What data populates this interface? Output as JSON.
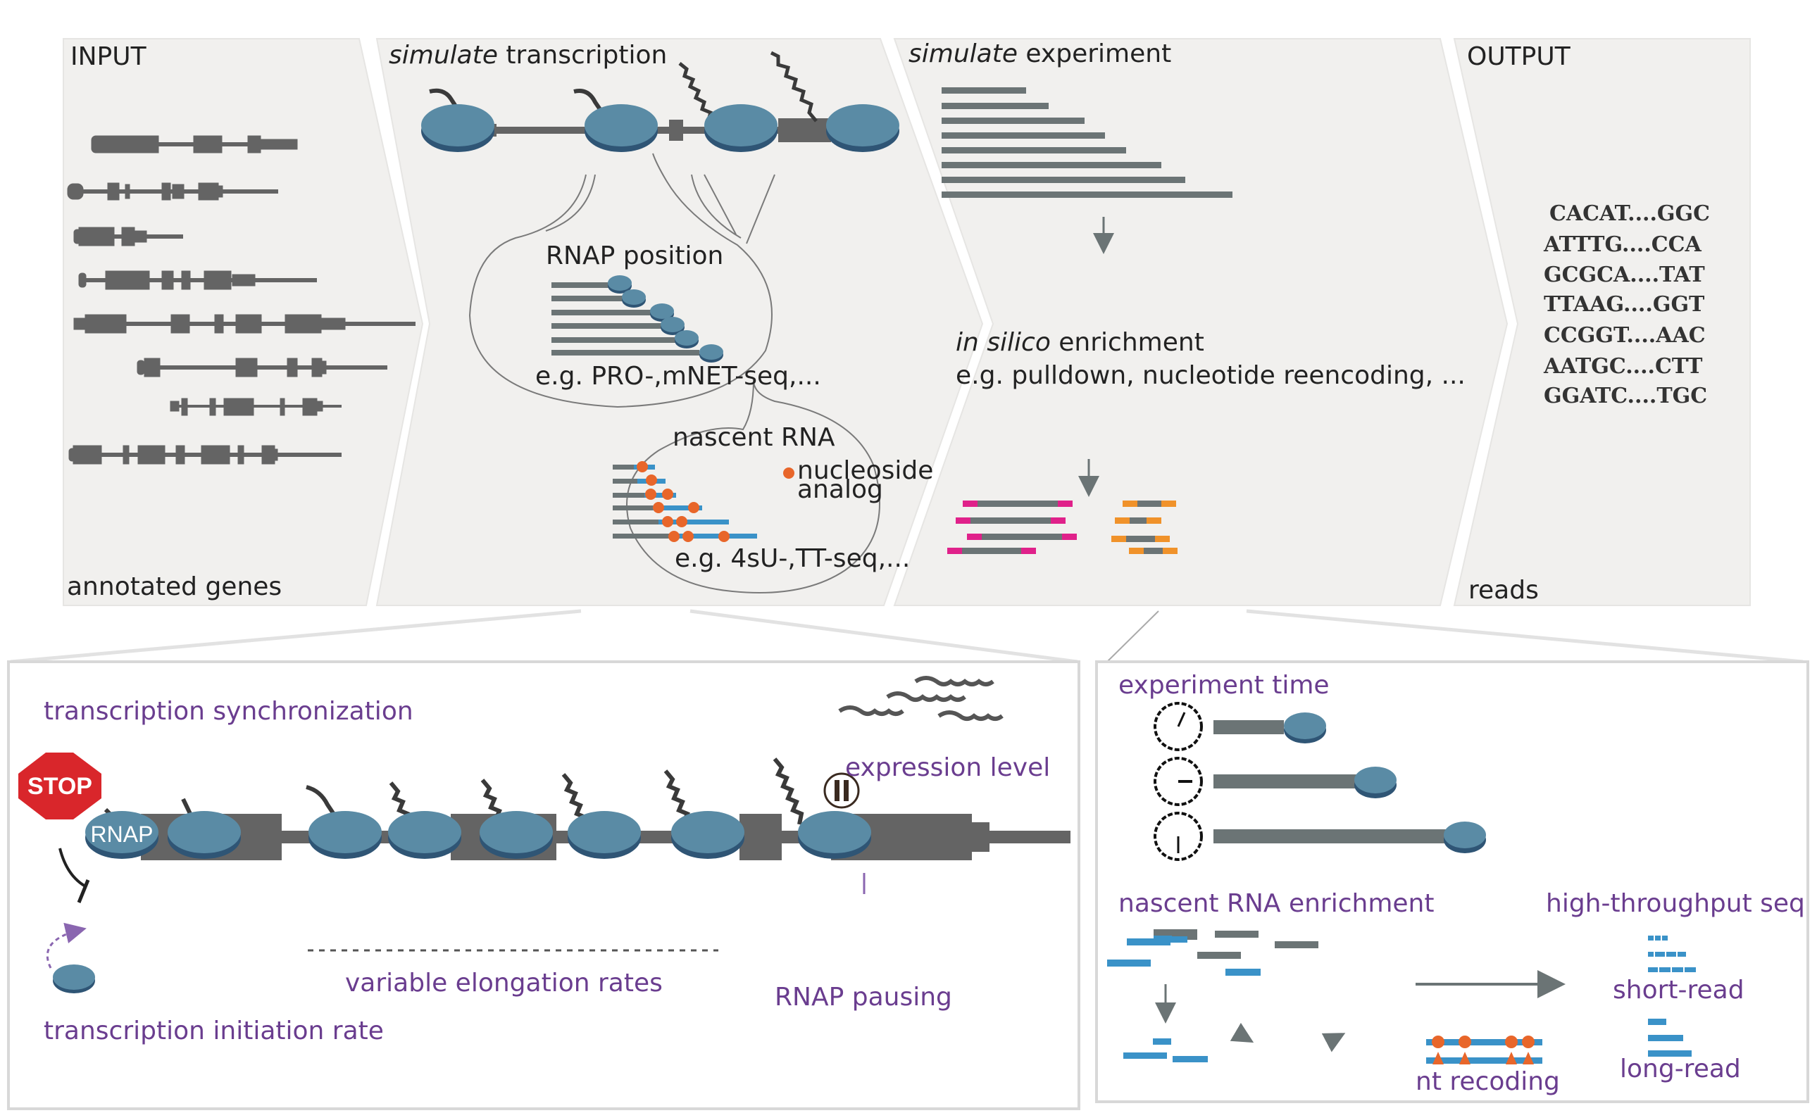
{
  "colors": {
    "panel_bg": "#f1f0ee",
    "gene": "#646464",
    "rnap": "#5a8ba5",
    "rnap_dark": "#2f5575",
    "read_gray": "#6b7475",
    "read_blue": "#3a92c8",
    "analog_orange": "#e8662a",
    "pink": "#e0218a",
    "orange": "#f0922a",
    "stop_red": "#d9262b",
    "purple": "#6a3d8f"
  },
  "pipeline": {
    "input": {
      "title": "INPUT",
      "caption": "annotated genes"
    },
    "transcription": {
      "title_italic": "simulate",
      "title_rest": " transcription",
      "rnap_position": {
        "title": "RNAP position",
        "example": "e.g. PRO-,mNET-seq,..."
      },
      "nascent_rna": {
        "title": "nascent RNA",
        "legend_line1": "nucleoside",
        "legend_line2": "analog",
        "example": "e.g. 4sU-,TT-seq,..."
      }
    },
    "experiment": {
      "title_italic": "simulate",
      "title_rest": " experiment",
      "enrichment_italic": "in silico",
      "enrichment_rest": " enrichment",
      "enrichment_example": "e.g. pulldown, nucleotide reencoding, ..."
    },
    "output": {
      "title": "OUTPUT",
      "caption": "reads",
      "reads": [
        "CACAT....GGC",
        "ATTTG....CCA",
        "GCGCA....TAT",
        "TTAAG....GGT",
        "CCGGT....AAC",
        "AATGC....CTT",
        "GGATC....TGC"
      ]
    }
  },
  "detail_transcription": {
    "synchronization": "transcription synchronization",
    "stop_sign": "STOP",
    "rnap_label": "RNAP",
    "initiation": "transcription initiation rate",
    "elongation": "variable elongation rates",
    "pausing": "RNAP pausing",
    "expression": "expression level"
  },
  "detail_experiment": {
    "experiment_time": "experiment time",
    "enrichment": "nascent  RNA enrichment",
    "htseq": "high-throughput seq",
    "short_read": "short-read",
    "long_read": "long-read",
    "nt_recoding": "nt recoding"
  }
}
